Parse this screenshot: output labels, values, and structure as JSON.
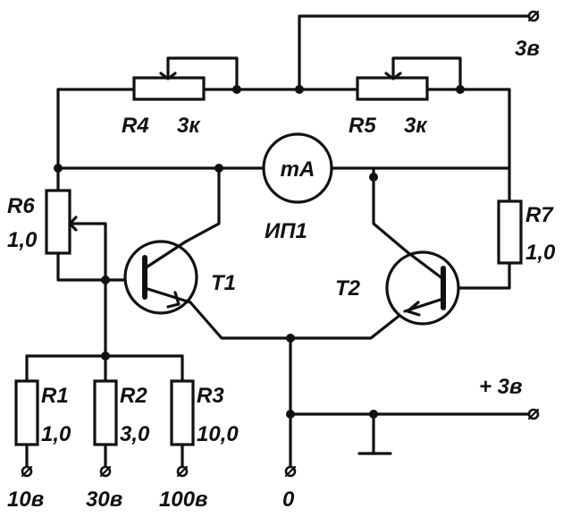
{
  "components": {
    "r4": {
      "ref": "R4",
      "value": "3к"
    },
    "r5": {
      "ref": "R5",
      "value": "3к"
    },
    "r6": {
      "ref": "R6",
      "value": "1,0"
    },
    "r7": {
      "ref": "R7",
      "value": "1,0"
    },
    "r1": {
      "ref": "R1",
      "value": "1,0"
    },
    "r2": {
      "ref": "R2",
      "value": "3,0"
    },
    "r3": {
      "ref": "R3",
      "value": "10,0"
    },
    "t1": {
      "ref": "T1"
    },
    "t2": {
      "ref": "T2"
    },
    "meter": {
      "symbol": "mA",
      "ref": "ИП1"
    }
  },
  "terminals": {
    "top": "3в",
    "plus": "+ 3в",
    "zero": "0",
    "in1": "10в",
    "in2": "30в",
    "in3": "100в"
  }
}
